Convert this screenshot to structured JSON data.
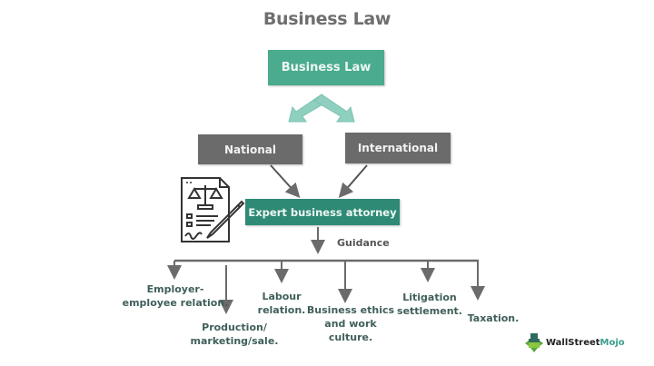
{
  "diagram": {
    "title": "Business Law",
    "root": {
      "label": "Business Law",
      "color": "#4aab8f"
    },
    "branches": [
      {
        "label": "National",
        "color": "#6b6b6b"
      },
      {
        "label": "International",
        "color": "#6b6b6b"
      }
    ],
    "hub": {
      "label": "Expert business attorney",
      "color": "#2e8a74",
      "icon": "legal-document-pen-icon"
    },
    "edge_label": "Guidance",
    "leaves": [
      {
        "line1": "Employer-",
        "line2": "employee relation."
      },
      {
        "line1": "Production/",
        "line2": "marketing/sale."
      },
      {
        "line1": "Labour",
        "line2": "relation."
      },
      {
        "line1": "Business ethics",
        "line2": "and work",
        "line3": "culture."
      },
      {
        "line1": "Litigation",
        "line2": "settlement."
      },
      {
        "line1": "Taxation."
      }
    ],
    "text_color": "#3f5f5a"
  },
  "brand": {
    "part1": "WallStreet",
    "part2": "Mojo",
    "icon": "wallstreetmojo-logo-icon"
  }
}
